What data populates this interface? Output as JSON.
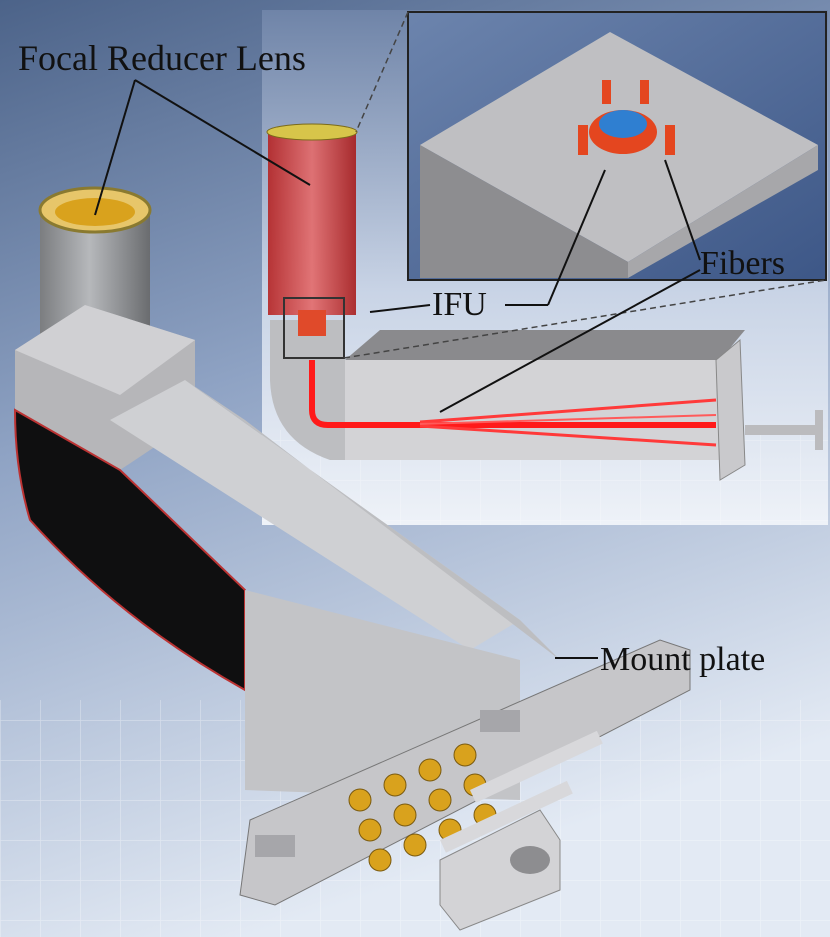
{
  "labels": {
    "focal_reducer_lens": "Focal Reducer Lens",
    "ifu": "IFU",
    "fibers": "Fibers",
    "mount_plate": "Mount plate"
  },
  "colors": {
    "background_top": "#5a6f93",
    "background_bottom": "#dfe7f2",
    "housing_gray": "#c9c9cc",
    "housing_dark": "#0f0f10",
    "lens_gold": "#d9a21d",
    "fiber_red": "#ff1a1a",
    "ifu_orange": "#e4461f",
    "ifu_blue": "#2f7fd1",
    "connector_gold": "#d9a21d"
  }
}
